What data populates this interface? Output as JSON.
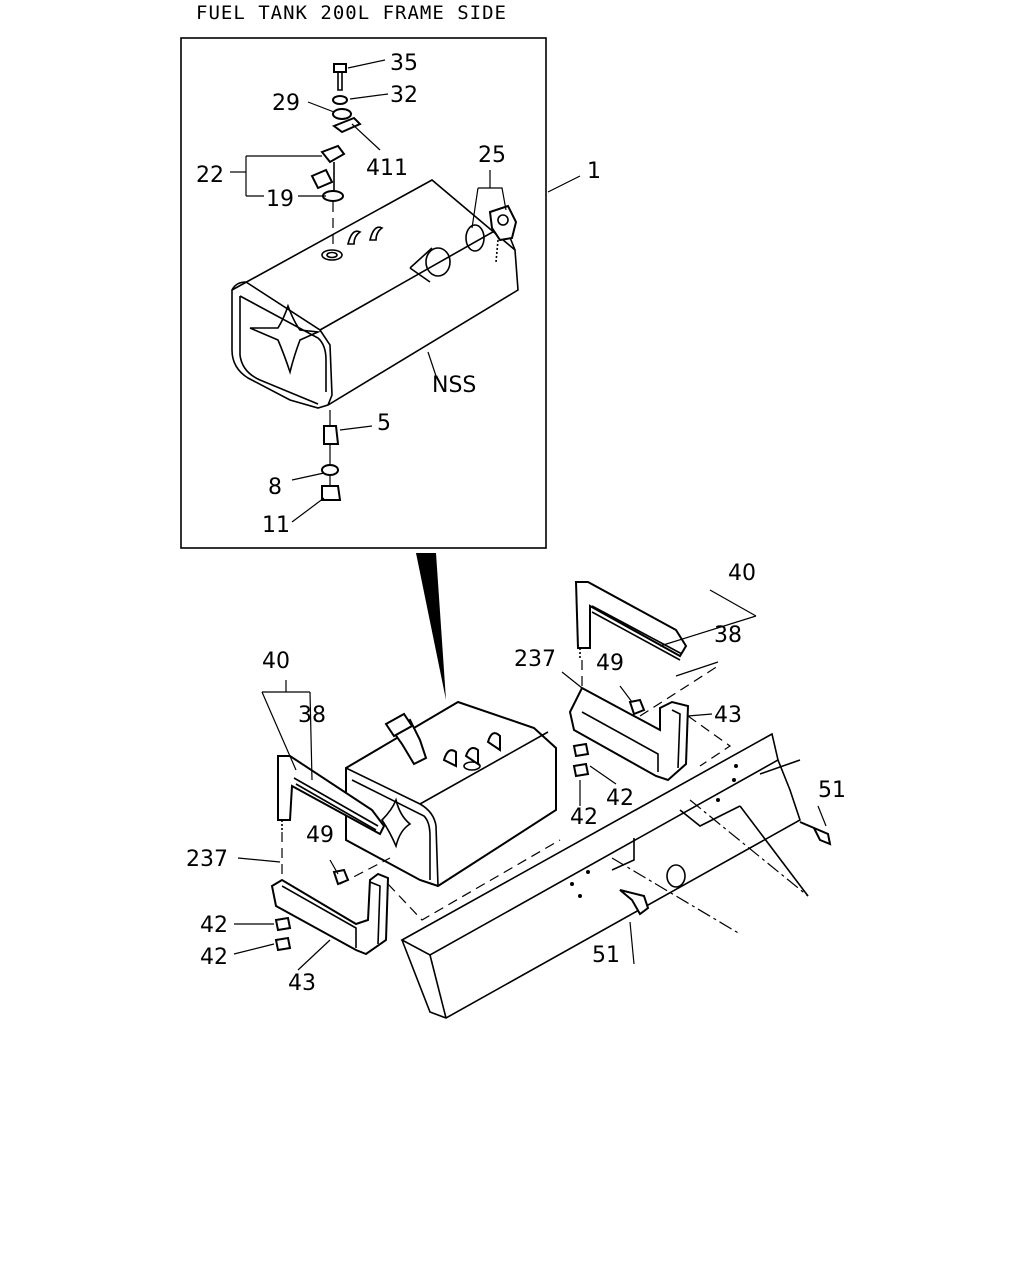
{
  "title": "FUEL TANK 200L FRAME SIDE",
  "callouts": {
    "c35": "35",
    "c29": "29",
    "c32": "32",
    "c411": "411",
    "c22": "22",
    "c19": "19",
    "c25": "25",
    "c1": "1",
    "cNSS": "NSS",
    "c5": "5",
    "c8": "8",
    "c11": "11",
    "c40a": "40",
    "c38a": "38",
    "c237a": "237",
    "c49a": "49",
    "c43a": "43",
    "c42a": "42",
    "c42b": "42",
    "c51a": "51",
    "c40b": "40",
    "c38b": "38",
    "c237b": "237",
    "c49b": "49",
    "c42c": "42",
    "c42d": "42",
    "c43b": "43",
    "c51b": "51"
  },
  "colors": {
    "line": "#000000",
    "background": "#ffffff"
  }
}
